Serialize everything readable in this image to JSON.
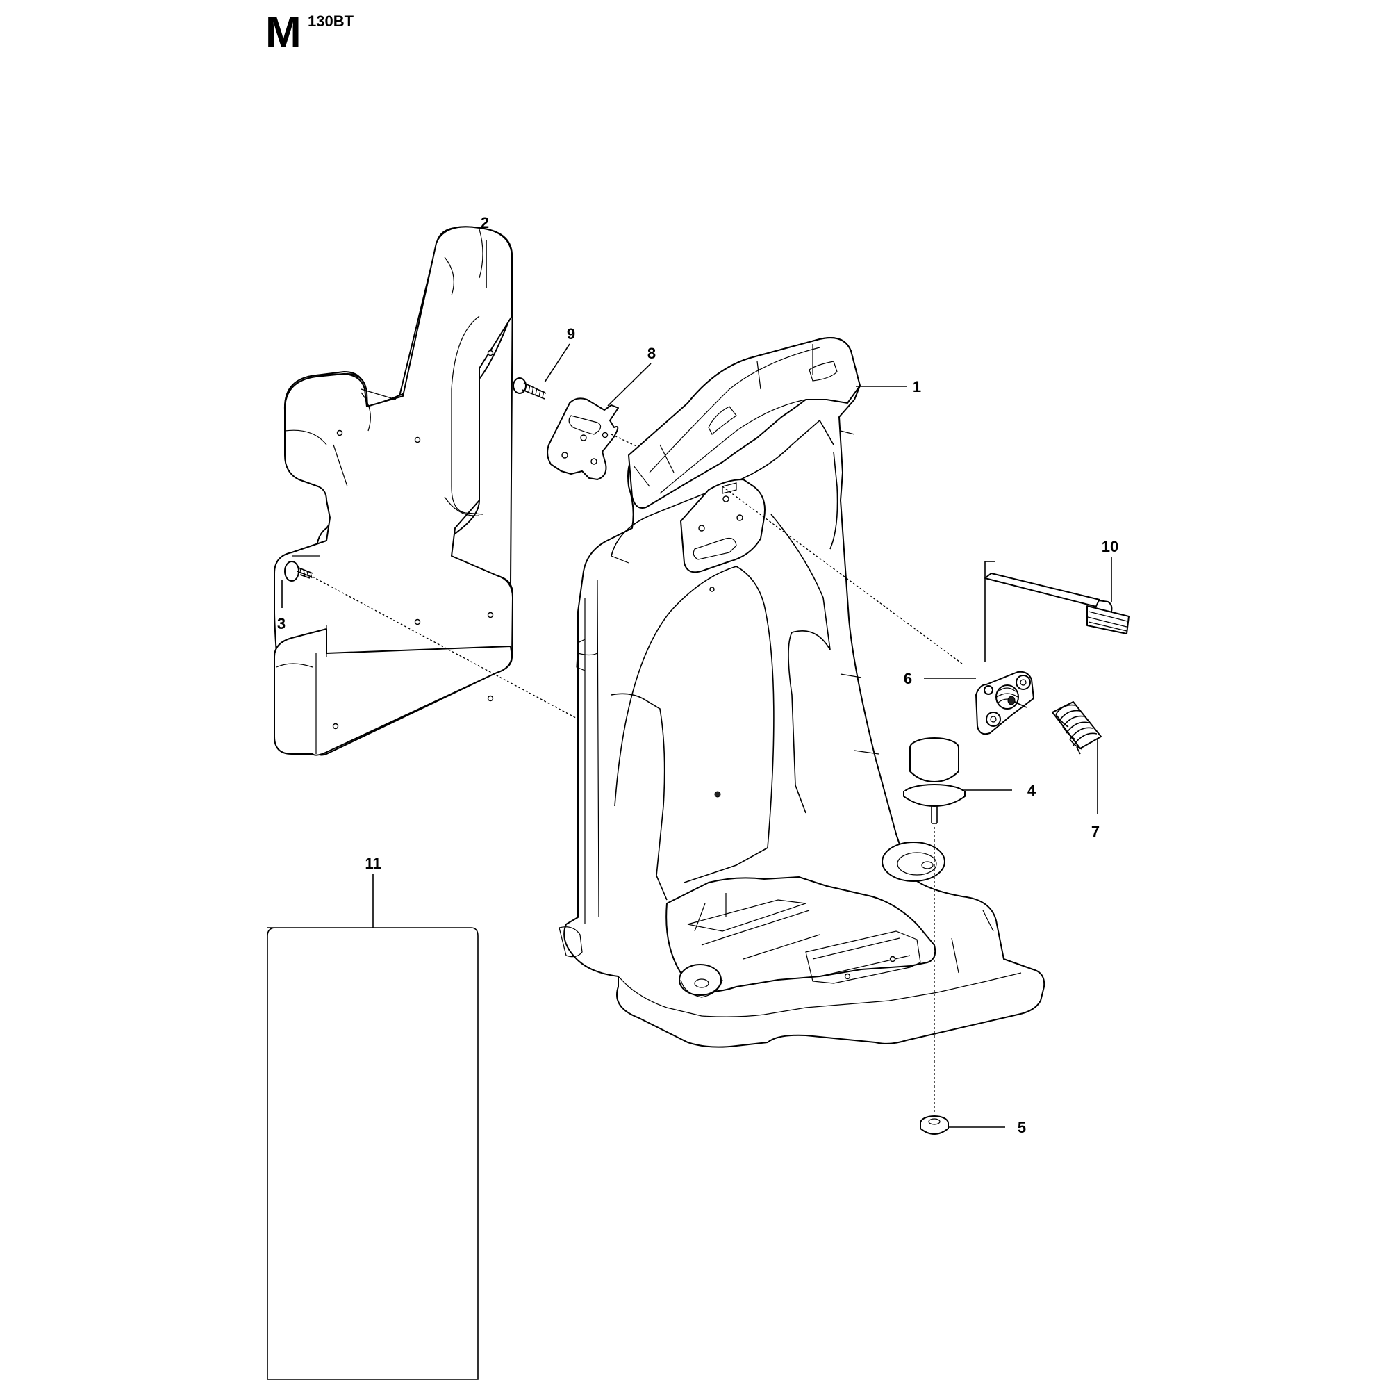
{
  "header": {
    "section_letter": "M",
    "model": "130BT"
  },
  "callouts": [
    {
      "id": "1",
      "label": "1"
    },
    {
      "id": "2",
      "label": "2"
    },
    {
      "id": "3",
      "label": "3"
    },
    {
      "id": "4",
      "label": "4"
    },
    {
      "id": "5",
      "label": "5"
    },
    {
      "id": "6",
      "label": "6"
    },
    {
      "id": "7",
      "label": "7"
    },
    {
      "id": "8",
      "label": "8"
    },
    {
      "id": "9",
      "label": "9"
    },
    {
      "id": "10",
      "label": "10"
    },
    {
      "id": "11",
      "label": "11"
    }
  ]
}
